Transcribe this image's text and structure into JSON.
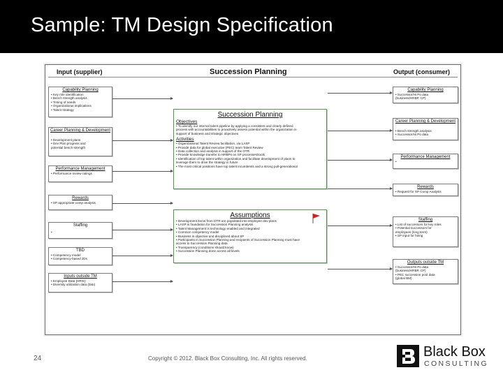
{
  "slide": {
    "title": "Sample: TM Design Specification",
    "page_number": "24",
    "copyright": "Copyright © 2012. Black Box Consulting, Inc. All rights reserved.",
    "logo": {
      "name": "Black Box",
      "sub": "CONSULTING"
    }
  },
  "diagram": {
    "header_input": "Input (supplier)",
    "header_main": "Succession Planning",
    "header_output": "Output (consumer)",
    "inputs": [
      {
        "title": "Capability Planning",
        "lines": [
          "• Key role identification",
          "• Bench strength analysis",
          "• Timing of needs",
          "• Organizational implications",
          "• Talent strategy"
        ]
      },
      {
        "title": "Career Planning & Development",
        "lines": [
          "• Development plans",
          "• Dev Plan progress and",
          "  potential bench strength"
        ]
      },
      {
        "title": "Performance Management",
        "lines": [
          "• Performance review ratings"
        ]
      },
      {
        "title": "Rewards",
        "lines": [
          "• SP appropriate comp analysis"
        ]
      },
      {
        "title": "Staffing",
        "lines": [
          "•"
        ]
      },
      {
        "title": "TBD",
        "lines": [
          "• Competency model",
          "• Competency-based JDs"
        ]
      },
      {
        "title": "Inputs outside TM",
        "lines": [
          "• Employee Data (HRIS)",
          "• Diversity utilization data (D&I)"
        ]
      }
    ],
    "center": {
      "title": "Succession Planning",
      "objectives_label": "Objectives",
      "objectives": [
        "• To identify our internal talent pipeline by applying a consistent and clearly defined",
        "  process with accountabilities to proactively assess potential within the organization in",
        "  support of business and strategic objectives"
      ],
      "activities_label": "Activities",
      "activities": [
        "• Organizational Talent Review facilitation, via LASP",
        "• Provide data for global executive (PEC) team Talent Review",
        "• Data collection and analysis in support of the OTR",
        "• Provide knowledge transfer to HRBPs on SP processes/tools",
        "• Identification of top talent within organization and facilitate development of plans to",
        "  leverage them to drive the strategy in future",
        "• The most critical positions have top talent incumbents and a strong pull-generational"
      ]
    },
    "assumptions": {
      "title": "Assumptions",
      "lines": [
        "• Development items from OTR are populated into employee dev plans",
        "• LASP is foundation for Succession Planning analysis",
        "• Talent Management is technology enabled and integrated",
        "• Common competency model",
        "• Business is objective and disciplined about SP",
        "• Participants in Succession Planning and recipients of Succession Planning must have",
        "  access to Succession Planning data",
        "• Transparency (conditions should know)",
        "• Succession Planning done across all levels"
      ]
    },
    "outputs": [
      {
        "title": "Capability Planning",
        "lines": [
          "• Successor/Hi Po data",
          "  (business/HRBP, CP)"
        ]
      },
      {
        "title": "Career Planning & Development",
        "lines": [
          "• Bench strength analysis",
          "• Successor/Hi Po data"
        ]
      },
      {
        "title": "Performance Management",
        "lines": [
          "•"
        ]
      },
      {
        "title": "Rewards",
        "lines": [
          "• Request for SP Comp Analysis"
        ]
      },
      {
        "title": "Staffing",
        "lines": [
          "• List of successors for key roles",
          "• Potential successors for",
          "  employees (long term)",
          "• SP input for hiring"
        ]
      },
      {
        "title": "Outputs outside TM",
        "lines": [
          "• Successor/Hi Po data",
          "  (business/HRBP, CP)",
          "• PEC succession pool data",
          "  (global BM)"
        ]
      }
    ]
  }
}
